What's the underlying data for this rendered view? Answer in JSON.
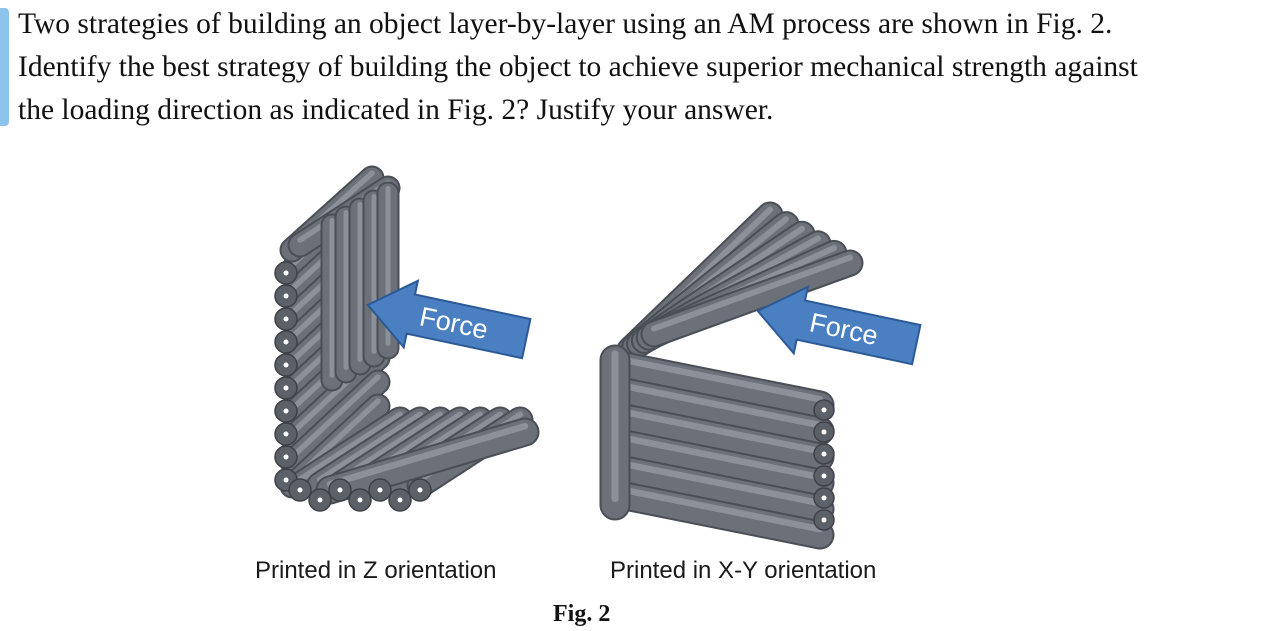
{
  "question": {
    "line1": "Two strategies of building an object layer-by-layer using an AM process are shown in Fig. 2.",
    "line2": "Identify the best strategy of building the object to achieve superior mechanical strength against",
    "line3": "the loading direction as indicated in Fig. 2? Justify your answer."
  },
  "figure": {
    "left_arrow_label": "Force",
    "right_arrow_label": "Force",
    "left_caption": "Printed in Z orientation",
    "right_caption": "Printed in X-Y orientation",
    "label": "Fig. 2"
  },
  "colors": {
    "filament": "#6b7079",
    "filament_dark": "#4a4e55",
    "filament_light": "#9a9ea6",
    "arrow_fill": "#4a7fc1",
    "arrow_stroke": "#2c5a96",
    "edge_bar": "#8ec4ec"
  }
}
